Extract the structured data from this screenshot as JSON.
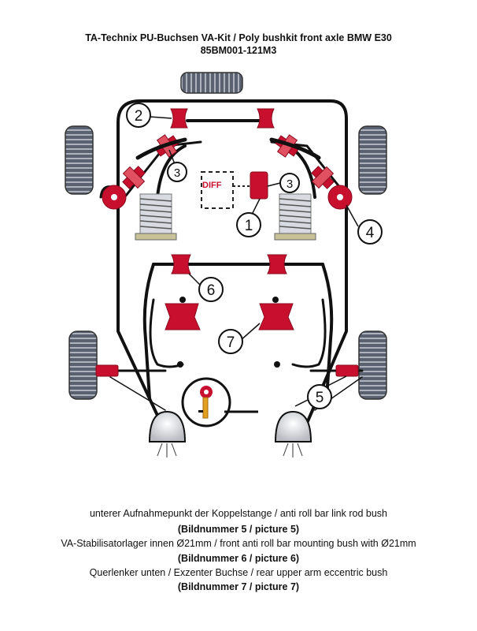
{
  "header": {
    "title_line1": "TA-Technix PU-Buchsen VA-Kit / Poly bushkit front axle BMW E30",
    "title_line2": "85BM001-121M3"
  },
  "diagram": {
    "diff_label": "DIFF",
    "callouts": [
      "1",
      "2",
      "3",
      "3",
      "4",
      "5",
      "6",
      "7"
    ],
    "accent_color": "#c8102e"
  },
  "captions": [
    "unterer Aufnahmepunkt der Koppelstange / anti roll bar link rod bush",
    "(Bildnummer 5 / picture 5)",
    "VA-Stabilisatorlager innen Ø21mm / front anti roll bar mounting bush with Ø21mm",
    "(Bildnummer 6 / picture 6)",
    "Querlenker unten / Exzenter Buchse / rear upper arm eccentric bush",
    "(Bildnummer 7 / picture 7)"
  ]
}
